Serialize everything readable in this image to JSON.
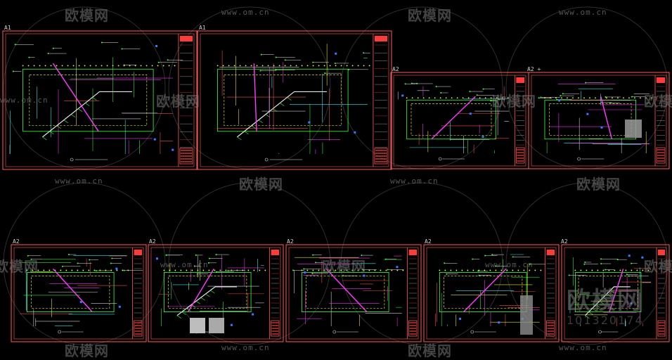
{
  "viewer": {
    "background": "#000000"
  },
  "watermark": {
    "brand": "欧模网",
    "url": "www.om.cn",
    "id_text": "101320174"
  },
  "sheets": [
    {
      "label": "A1"
    },
    {
      "label": "A1"
    },
    {
      "label": "A2"
    },
    {
      "label": "A2 +"
    },
    {
      "label": "A2"
    },
    {
      "label": "A2"
    },
    {
      "label": "A2"
    },
    {
      "label": "A2"
    },
    {
      "label": "A2"
    }
  ],
  "colors": {
    "frame": "#ff5a5a",
    "line_green": "#3cff3c",
    "line_yellow": "#ffff3c",
    "line_cyan": "#3cffff",
    "line_magenta": "#ff3cff",
    "line_white": "#e6e6e6",
    "titleblock_red": "#ff3c3c",
    "watermark": "#7a7a7a"
  }
}
